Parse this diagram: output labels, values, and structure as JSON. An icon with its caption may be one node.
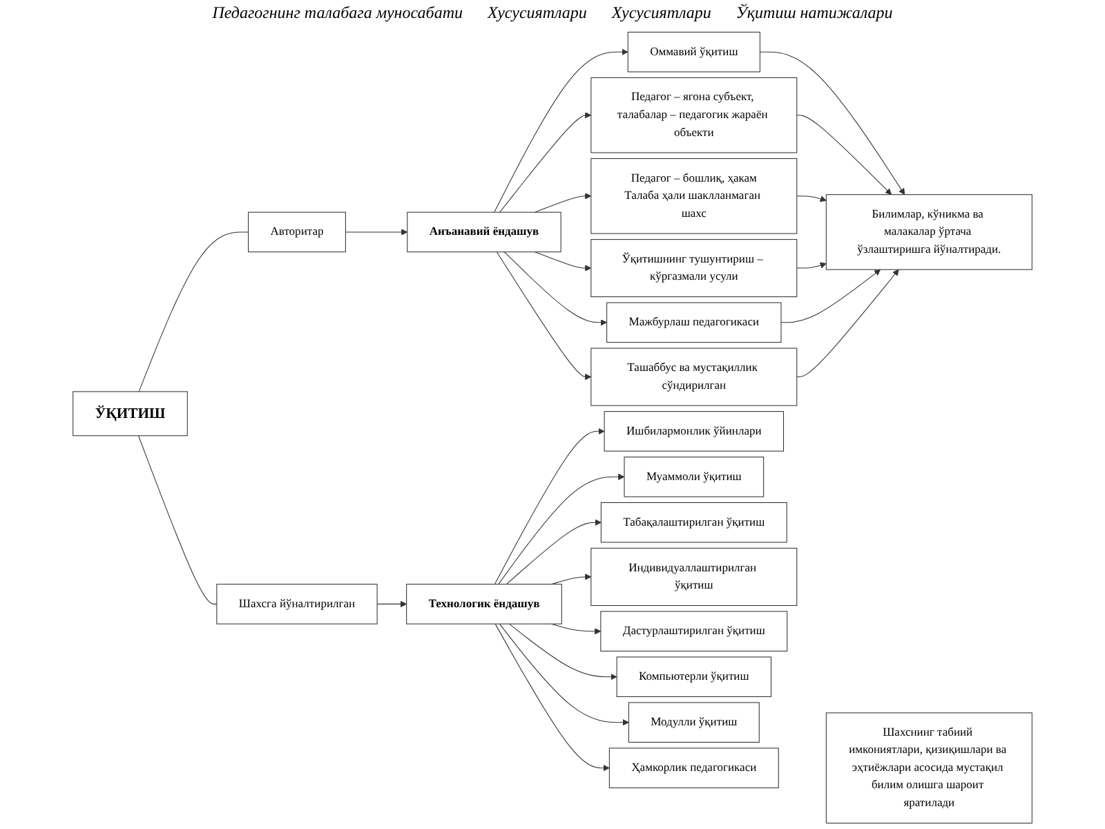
{
  "diagram": {
    "nodes": [
      {
        "text": [
          "ЎҚИТИШ"
        ]
      },
      {
        "text": [
          "Авторитар"
        ]
      },
      {
        "text": [
          "Шахсга йўналтирилган"
        ]
      },
      {
        "text": [
          "Анъанавий ёндашув"
        ]
      },
      {
        "text": [
          "Оммавий ўқитиш"
        ]
      },
      {
        "text": [
          "Педагог – ягона субъект, талабалар – педагогик жараён объекти"
        ]
      },
      {
        "text": [
          "Педагог – бошлиқ, ҳакам",
          "Талаба ҳали шаклланмаган шахс"
        ]
      },
      {
        "text": [
          "Ўқитишнинг тушунтириш – кўргазмали усули"
        ]
      },
      {
        "text": [
          "Мажбурлаш педагогикаси"
        ]
      },
      {
        "text": [
          "Ташаббус ва мустақиллик сўндирилган"
        ]
      },
      {
        "text": [
          "Билимлар, кўникма ва малакалар ўртача ўзлаштиришга йўналтиради."
        ]
      },
      {
        "text": [
          "Технологик ёндашув"
        ]
      },
      {
        "text": [
          "Ишбилармонлик ўйинлари"
        ]
      },
      {
        "text": [
          "Муаммоли ўқитиш"
        ]
      },
      {
        "text": [
          "Табақалаштирилган ўқитиш"
        ]
      },
      {
        "text": [
          "Индивидуаллаштирилган ўқитиш"
        ]
      },
      {
        "text": [
          "Дастурлаштирилган ўқитиш"
        ]
      },
      {
        "text": [
          "Компьютерли ўқитиш"
        ]
      },
      {
        "text": [
          "Модулли ўқитиш"
        ]
      },
      {
        "text": [
          "Ҳамкорлик педагогикаси"
        ]
      },
      {
        "text": [
          "Шахснинг табиий имкониятлари, қизиқишлари ва эҳтиёжлари асосида мустақил билим олишга шароит яратилади"
        ]
      }
    ],
    "edges": [
      {
        "from": 0,
        "to": 1,
        "arrow": "none"
      },
      {
        "from": 0,
        "to": 2,
        "arrow": "none"
      },
      {
        "from": 1,
        "to": 3,
        "arrow": "to"
      },
      {
        "from": 2,
        "to": 11,
        "arrow": "to"
      },
      {
        "from": 3,
        "to": 4,
        "arrow": "to"
      },
      {
        "from": 3,
        "to": 5,
        "arrow": "to"
      },
      {
        "from": 3,
        "to": 6,
        "arrow": "to"
      },
      {
        "from": 3,
        "to": 7,
        "arrow": "to"
      },
      {
        "from": 3,
        "to": 8,
        "arrow": "to"
      },
      {
        "from": 3,
        "to": 9,
        "arrow": "to"
      },
      {
        "from": 4,
        "to": 10,
        "arrow": "to"
      },
      {
        "from": 5,
        "to": 10,
        "arrow": "to"
      },
      {
        "from": 6,
        "to": 10,
        "arrow": "to"
      },
      {
        "from": 7,
        "to": 10,
        "arrow": "to"
      },
      {
        "from": 8,
        "to": 10,
        "arrow": "to"
      },
      {
        "from": 9,
        "to": 10,
        "arrow": "to"
      },
      {
        "from": 11,
        "to": 12,
        "arrow": "to"
      },
      {
        "from": 11,
        "to": 13,
        "arrow": "to"
      },
      {
        "from": 11,
        "to": 14,
        "arrow": "to"
      },
      {
        "from": 11,
        "to": 15,
        "arrow": "to"
      },
      {
        "from": 11,
        "to": 16,
        "arrow": "to"
      },
      {
        "from": 11,
        "to": 17,
        "arrow": "to"
      },
      {
        "from": 11,
        "to": 18,
        "arrow": "to"
      },
      {
        "from": 11,
        "to": 19,
        "arrow": "to"
      }
    ],
    "labels": [
      "Педагогнинг талабага муносабати",
      "Хусусиятлари",
      "Хусусиятлари",
      "Ўқитиш натижалари"
    ]
  }
}
